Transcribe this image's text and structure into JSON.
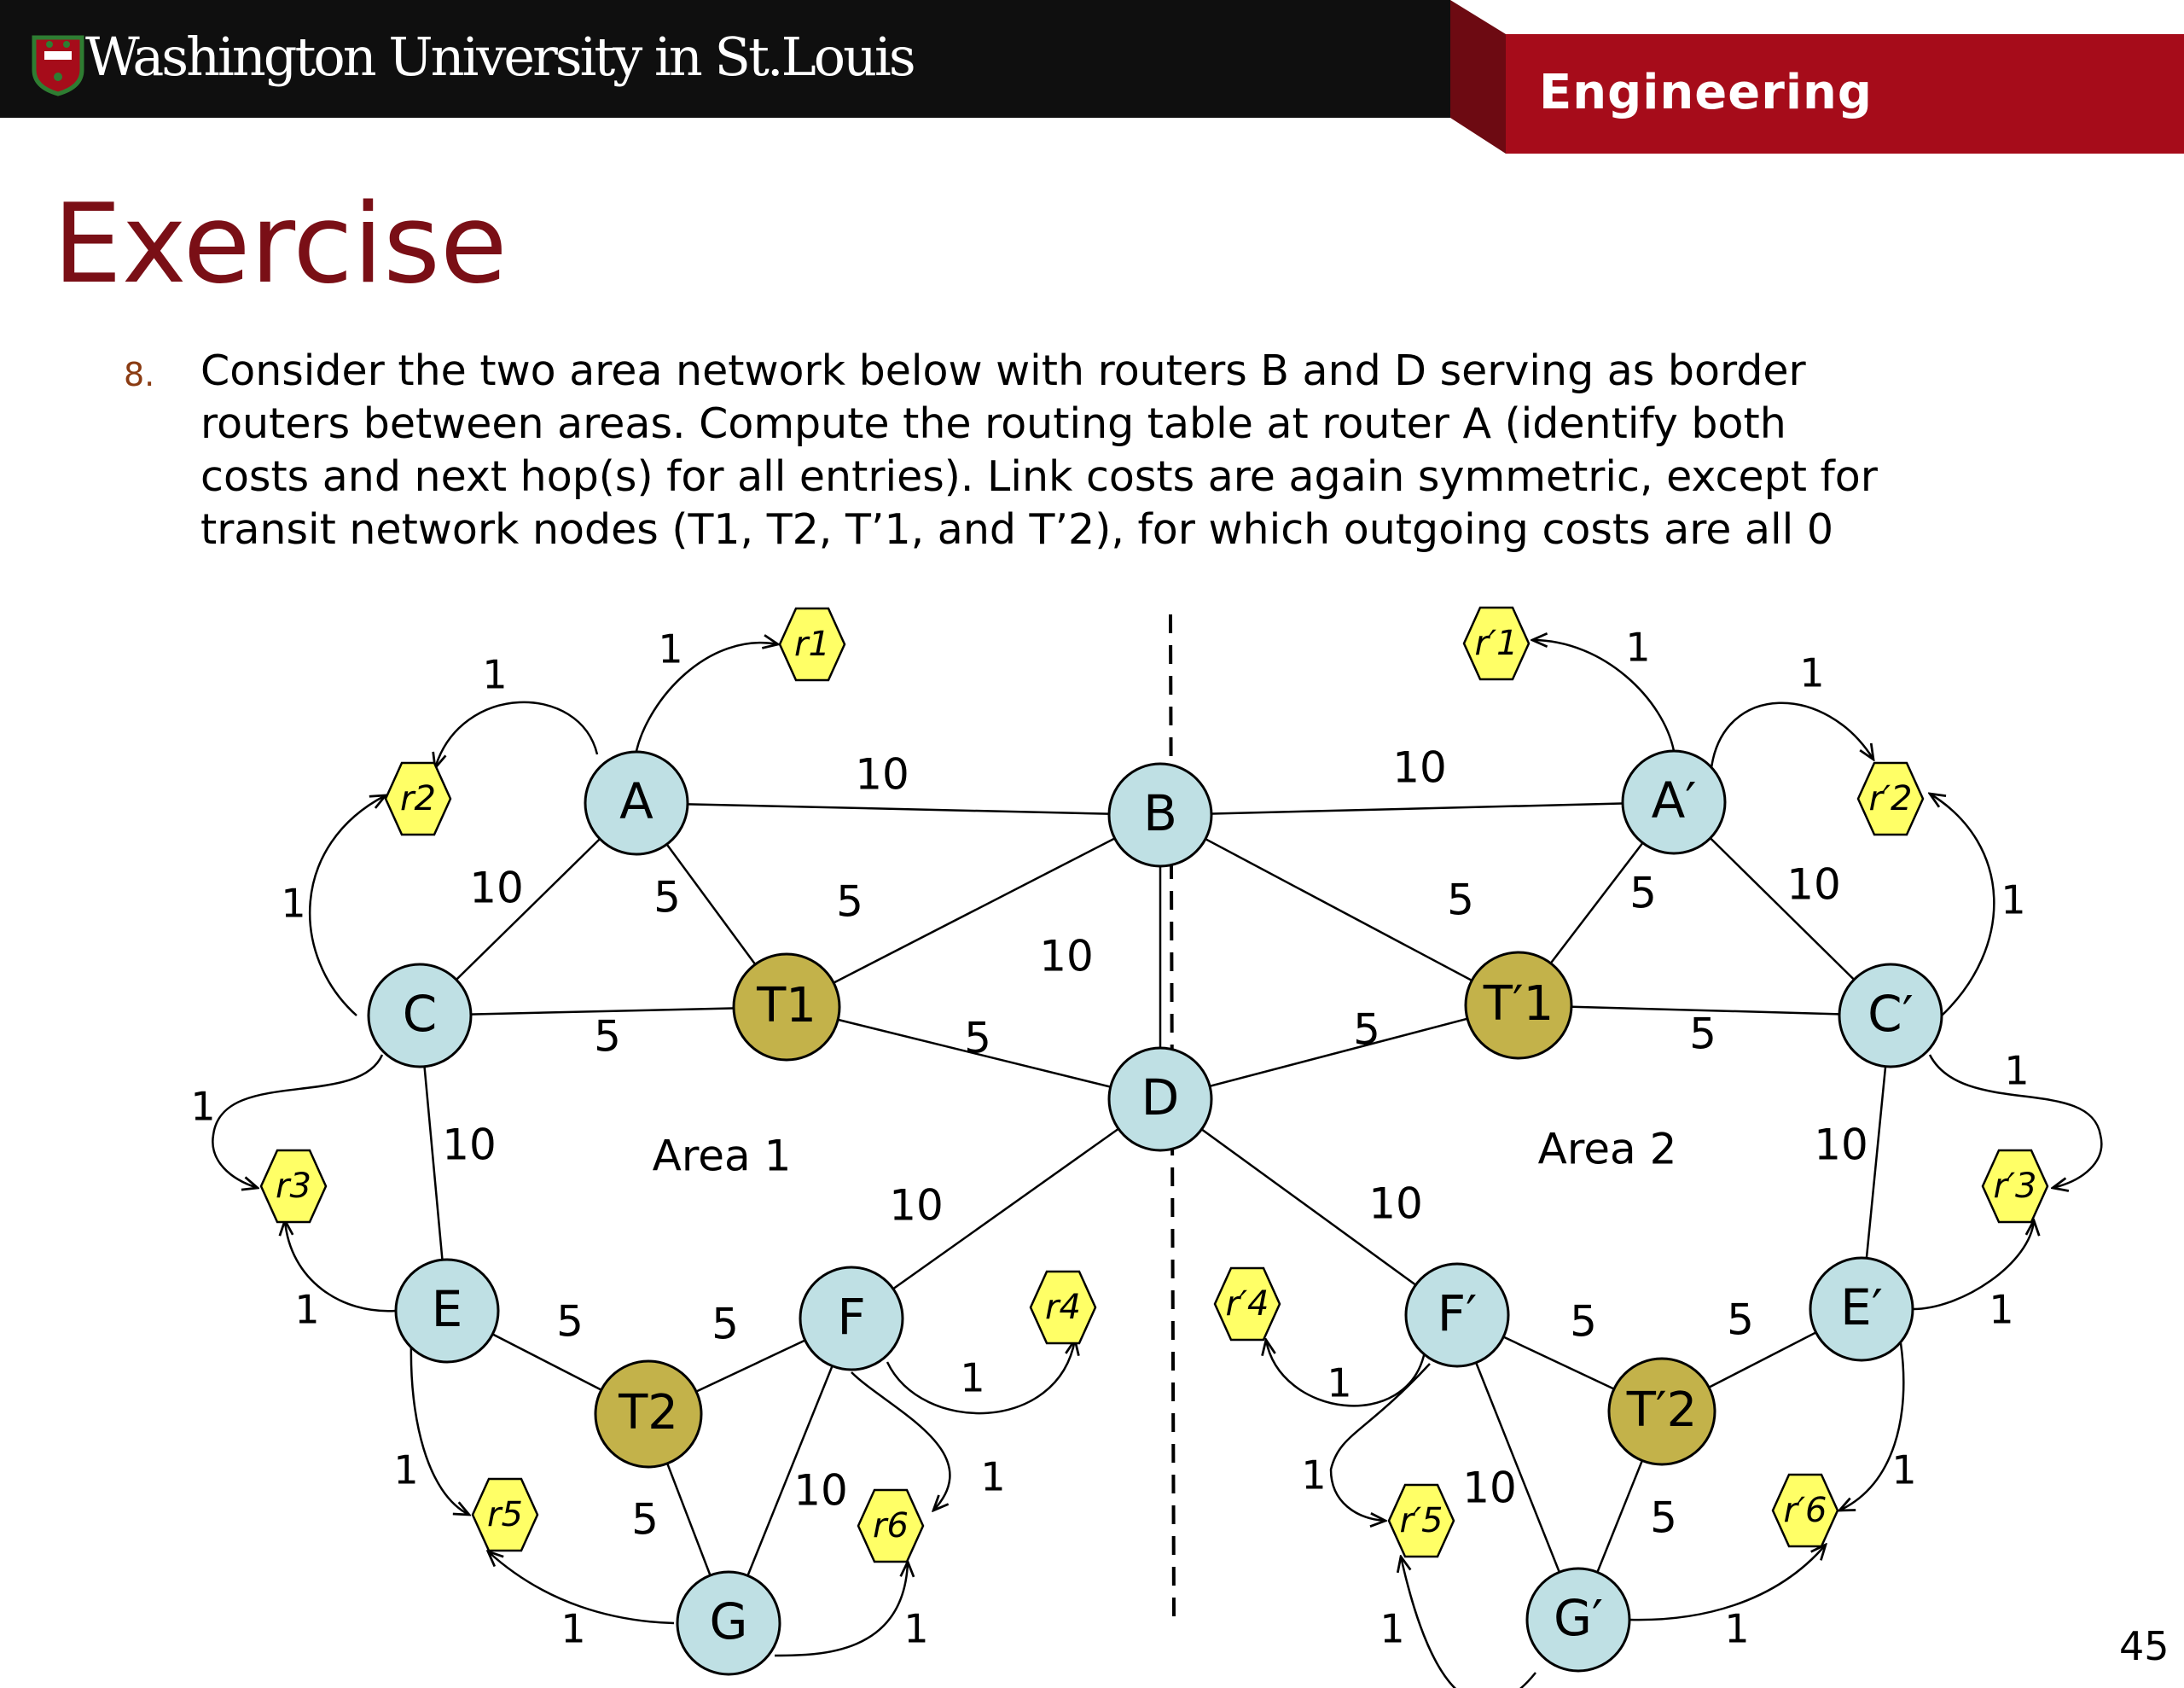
{
  "header": {
    "university": "Washington University in St.Louis",
    "school": "Engineering",
    "colors": {
      "bar": "#0f0f0f",
      "accent": "#a60c1a"
    }
  },
  "slide": {
    "title": "Exercise",
    "question_number": "8.",
    "question_text": "Consider the two area network below with routers B and D serving as border\nrouters between areas.  Compute the routing table at router A (identify both\ncosts and next hop(s) for all entries).  Link costs are again symmetric, except for\ntransit network nodes (T1, T2, T’1, and T’2), for which outgoing costs are all 0",
    "page_number": "45"
  },
  "diagram": {
    "colors": {
      "router": "#bfe0e4",
      "transit": "#c3b24a",
      "network": "#ffff66"
    },
    "areas": [
      "Area 1",
      "Area 2"
    ],
    "routers": [
      "A",
      "B",
      "C",
      "D",
      "E",
      "F",
      "G",
      "A′",
      "C′",
      "E′",
      "F′",
      "G′"
    ],
    "transit_nodes": [
      "T1",
      "T2",
      "T′1",
      "T′2"
    ],
    "networks": [
      "r1",
      "r2",
      "r3",
      "r4",
      "r5",
      "r6",
      "r′1",
      "r′2",
      "r′3",
      "r′4",
      "r′5",
      "r′6"
    ],
    "links": [
      {
        "from": "A",
        "to": "B",
        "cost": "10"
      },
      {
        "from": "A",
        "to": "C",
        "cost": "10"
      },
      {
        "from": "A",
        "to": "T1",
        "cost": "5"
      },
      {
        "from": "T1",
        "to": "B",
        "cost": "5"
      },
      {
        "from": "C",
        "to": "T1",
        "cost": "5"
      },
      {
        "from": "T1",
        "to": "D",
        "cost": "5"
      },
      {
        "from": "B",
        "to": "D",
        "cost": "10"
      },
      {
        "from": "C",
        "to": "E",
        "cost": "10"
      },
      {
        "from": "E",
        "to": "T2",
        "cost": "5"
      },
      {
        "from": "F",
        "to": "T2",
        "cost": "5"
      },
      {
        "from": "D",
        "to": "F",
        "cost": "10"
      },
      {
        "from": "T2",
        "to": "G",
        "cost": "5"
      },
      {
        "from": "F",
        "to": "G",
        "cost": "10"
      },
      {
        "from": "B",
        "to": "A′",
        "cost": "10"
      },
      {
        "from": "B",
        "to": "T′1",
        "cost": "5"
      },
      {
        "from": "A′",
        "to": "T′1",
        "cost": "5"
      },
      {
        "from": "A′",
        "to": "C′",
        "cost": "10"
      },
      {
        "from": "T′1",
        "to": "D",
        "cost": "5"
      },
      {
        "from": "T′1",
        "to": "C′",
        "cost": "5"
      },
      {
        "from": "C′",
        "to": "E′",
        "cost": "10"
      },
      {
        "from": "D",
        "to": "F′",
        "cost": "10"
      },
      {
        "from": "F′",
        "to": "T′2",
        "cost": "5"
      },
      {
        "from": "E′",
        "to": "T′2",
        "cost": "5"
      },
      {
        "from": "T′2",
        "to": "G′",
        "cost": "5"
      },
      {
        "from": "F′",
        "to": "G′",
        "cost": "10"
      }
    ],
    "attachments": [
      {
        "from": "A",
        "to": "r1",
        "cost": "1"
      },
      {
        "from": "A",
        "to": "r2",
        "cost": "1"
      },
      {
        "from": "C",
        "to": "r2",
        "cost": "1"
      },
      {
        "from": "C",
        "to": "r3",
        "cost": "1"
      },
      {
        "from": "E",
        "to": "r3",
        "cost": "1"
      },
      {
        "from": "E",
        "to": "r5",
        "cost": "1"
      },
      {
        "from": "G",
        "to": "r5",
        "cost": "1"
      },
      {
        "from": "G",
        "to": "r6",
        "cost": "1"
      },
      {
        "from": "F",
        "to": "r6",
        "cost": "1"
      },
      {
        "from": "F",
        "to": "r4",
        "cost": "1"
      },
      {
        "from": "A′",
        "to": "r′1",
        "cost": "1"
      },
      {
        "from": "A′",
        "to": "r′2",
        "cost": "1"
      },
      {
        "from": "C′",
        "to": "r′2",
        "cost": "1"
      },
      {
        "from": "C′",
        "to": "r′3",
        "cost": "1"
      },
      {
        "from": "E′",
        "to": "r′3",
        "cost": "1"
      },
      {
        "from": "E′",
        "to": "r′6",
        "cost": "1"
      },
      {
        "from": "G′",
        "to": "r′6",
        "cost": "1"
      },
      {
        "from": "G′",
        "to": "r′5",
        "cost": "1"
      },
      {
        "from": "F′",
        "to": "r′5",
        "cost": "1"
      },
      {
        "from": "F′",
        "to": "r′4",
        "cost": "1"
      }
    ]
  }
}
